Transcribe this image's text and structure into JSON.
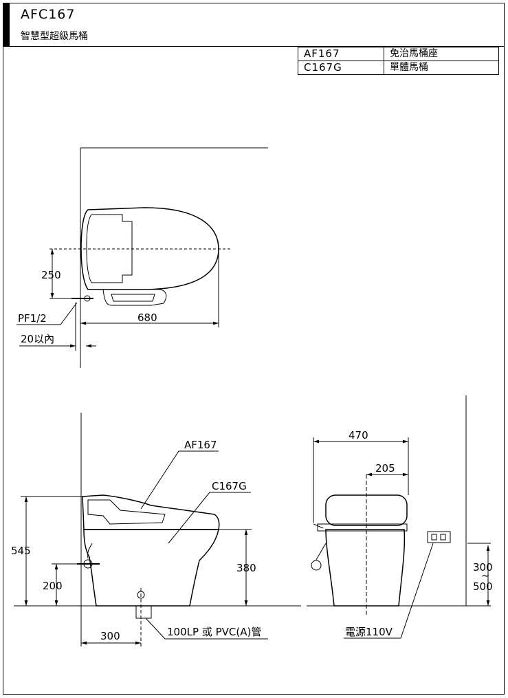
{
  "header": {
    "model_code": "AFC167",
    "product_name": "智慧型超級馬桶"
  },
  "parts_table": [
    {
      "code": "AF167",
      "description": "免治馬桶座"
    },
    {
      "code": "C167G",
      "description": "單體馬桶"
    }
  ],
  "top_view": {
    "dim_250": "250",
    "dim_680": "680",
    "label_pipe": "PF1/2",
    "label_wall": "20以內"
  },
  "side_view": {
    "dim_545": "545",
    "dim_200": "200",
    "dim_380": "380",
    "dim_300": "300",
    "label_seat": "AF167",
    "label_bowl": "C167G",
    "label_drain": "100LP 或 PVC(A)管"
  },
  "front_view": {
    "dim_470": "470",
    "dim_205": "205",
    "dim_outlet_height": "300\n~\n500",
    "dim_outlet_line1": "300",
    "dim_outlet_line2": "~",
    "dim_outlet_line3": "500",
    "label_power": "電源110V"
  }
}
